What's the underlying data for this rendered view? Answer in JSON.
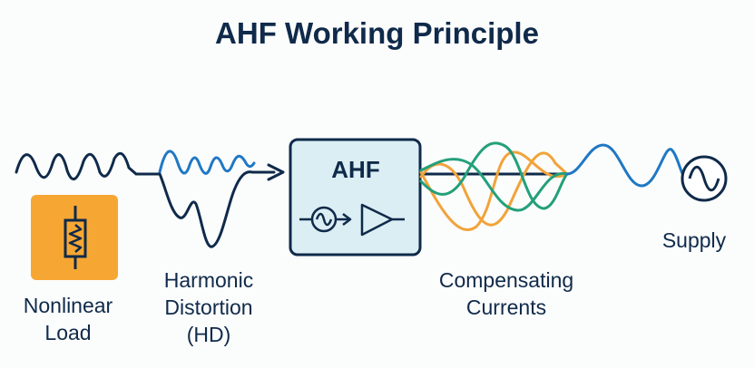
{
  "title": "AHF Working Principle",
  "blocks": {
    "ahf": "AHF",
    "nonlinear_load": "Nonlinear\nLoad",
    "harmonic_distortion": "Harmonic\nDistortion\n(HD)",
    "compensating_currents": "Compensating\nCurrents",
    "supply": "Supply"
  },
  "icons": [
    "resistor-icon",
    "sine-source-icon",
    "amplifier-icon",
    "ac-source-icon"
  ],
  "colors": {
    "navy": "#0f2a4a",
    "blue": "#1f78c4",
    "green": "#23a07a",
    "orange": "#f2a33a",
    "ahf_fill": "#dbeef3",
    "load_fill": "#f6a733"
  }
}
